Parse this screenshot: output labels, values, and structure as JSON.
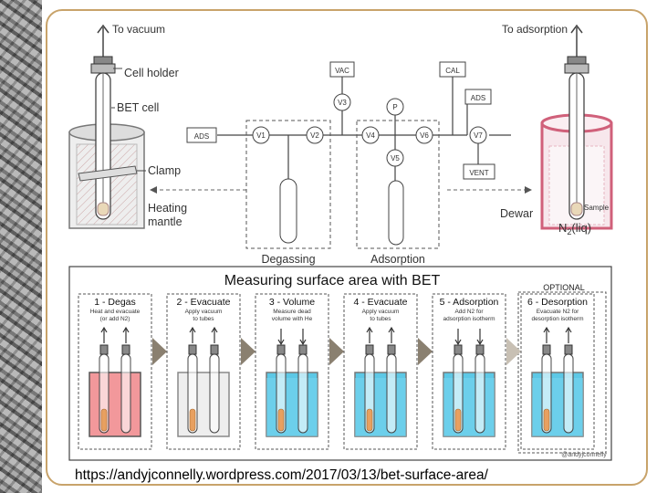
{
  "top_labels": {
    "to_vacuum": "To vacuum",
    "cell_holder": "Cell holder",
    "bet_cell": "BET cell",
    "clamp": "Clamp",
    "heating_mantle_1": "Heating",
    "heating_mantle_2": "mantle",
    "to_adsorption": "To adsorption",
    "dewar": "Dewar",
    "sample": "Sample",
    "n2_liquid_n": "N",
    "n2_liquid_sub": "2",
    "n2_liquid_rest": "(liq)",
    "degassing": "Degassing",
    "adsorption": "Adsorption"
  },
  "valves": {
    "vac": "VAC",
    "cal": "CAL",
    "ads_left": "ADS",
    "ads_right": "ADS",
    "vent": "VENT",
    "v1": "V1",
    "v2": "V2",
    "v3": "V3",
    "v4": "V4",
    "v5": "V5",
    "v6": "V6",
    "v7": "V7",
    "p": "P"
  },
  "process": {
    "title": "Measuring surface area with BET",
    "optional": "OPTIONAL",
    "credit": "@andyjconnelly",
    "steps": [
      {
        "title": "1 - Degas",
        "desc1": "Heat and evacuate",
        "desc2": "(or add N2)"
      },
      {
        "title": "2 - Evacuate",
        "desc1": "Apply vacuum",
        "desc2": "to tubes"
      },
      {
        "title": "3 - Volume",
        "desc1": "Measure dead",
        "desc2": "volume with He"
      },
      {
        "title": "4 - Evacuate",
        "desc1": "Apply vacuum",
        "desc2": "to tubes"
      },
      {
        "title": "5 - Adsorption",
        "desc1": "Add N2 for",
        "desc2": "adsorption isotherm"
      },
      {
        "title": "6 - Desorption",
        "desc1": "Evacuate N2 for",
        "desc2": "desorption isotherm"
      }
    ]
  },
  "footer": {
    "url": "https://andyjconnelly.wordpress.com/2017/03/13/bet-surface-area/"
  },
  "colors": {
    "frame": "#c8a36a",
    "heating": "#f2989b",
    "nitrogen_liquid": "#5cc8e6",
    "dewar": "#e07a8d",
    "arrow_fill": "#8a8070"
  }
}
